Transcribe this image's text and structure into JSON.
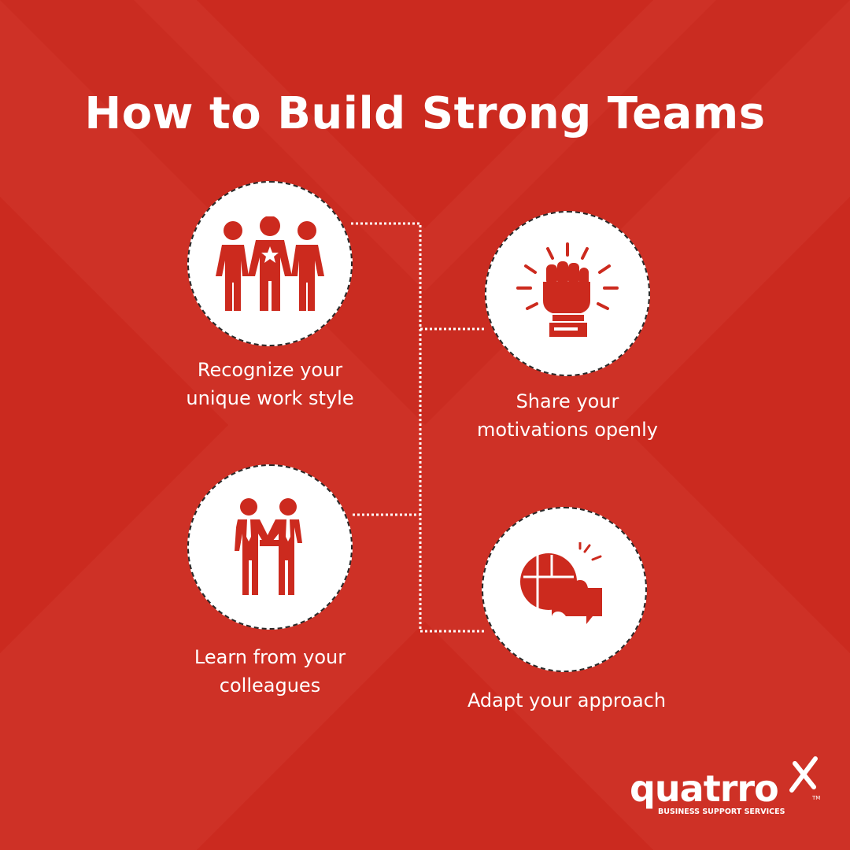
{
  "title": "How to Build Strong Teams",
  "steps": [
    {
      "line1": "Recognize your",
      "line2": "unique work style",
      "icon": "team-leader-icon"
    },
    {
      "line1": "Share your",
      "line2": "motivations openly",
      "icon": "raised-fist-icon"
    },
    {
      "line1": "Learn from your",
      "line2": "colleagues",
      "icon": "handshake-people-icon"
    },
    {
      "line1": "Adapt your approach",
      "line2": "",
      "icon": "puzzle-chat-icon"
    }
  ],
  "brand": {
    "name": "quatrro",
    "tagline": "BUSINESS SUPPORT SERVICES",
    "trademark": "TM"
  },
  "colors": {
    "background": "#cb2a1f",
    "accent": "#cc2a1e",
    "text": "#ffffff"
  }
}
